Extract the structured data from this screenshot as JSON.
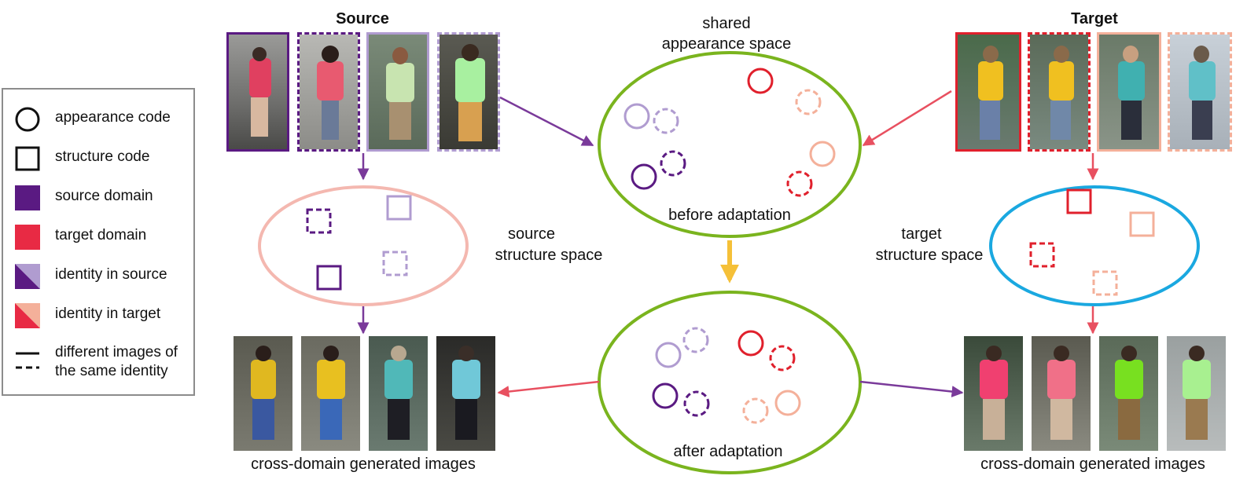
{
  "colors": {
    "source": "#5a1a82",
    "source_light": "#b09cd0",
    "target": "#e0202c",
    "target_light": "#f4b09a",
    "green": "#7ab41e",
    "blue": "#1aa8e0",
    "pink": "#f4b8b0",
    "orange_arrow": "#f5c038",
    "purple_arrow": "#7a3a9a",
    "red_arrow": "#e85060"
  },
  "headings": {
    "source": "Source",
    "target": "Target"
  },
  "spaces": {
    "shared_line1": "shared",
    "shared_line2": "appearance space",
    "before": "before adaptation",
    "after": "after adaptation",
    "source_line1": "source",
    "source_line2": "structure space",
    "target_line1": "target",
    "target_line2": "structure space"
  },
  "captions": {
    "left": "cross-domain generated images",
    "right": "cross-domain generated images"
  },
  "legend": {
    "items": [
      {
        "symbol": "circle-icon",
        "label": "appearance code"
      },
      {
        "symbol": "square-icon",
        "label": "structure code"
      },
      {
        "symbol": "source-swatch-icon",
        "label": "source domain"
      },
      {
        "symbol": "target-swatch-icon",
        "label": "target domain"
      },
      {
        "symbol": "source-identity-icon",
        "label": "identity in source"
      },
      {
        "symbol": "target-identity-icon",
        "label": "identity in target"
      },
      {
        "symbol": "line-style-icon",
        "label_line1": "different images of",
        "label_line2": "the same identity"
      }
    ]
  }
}
